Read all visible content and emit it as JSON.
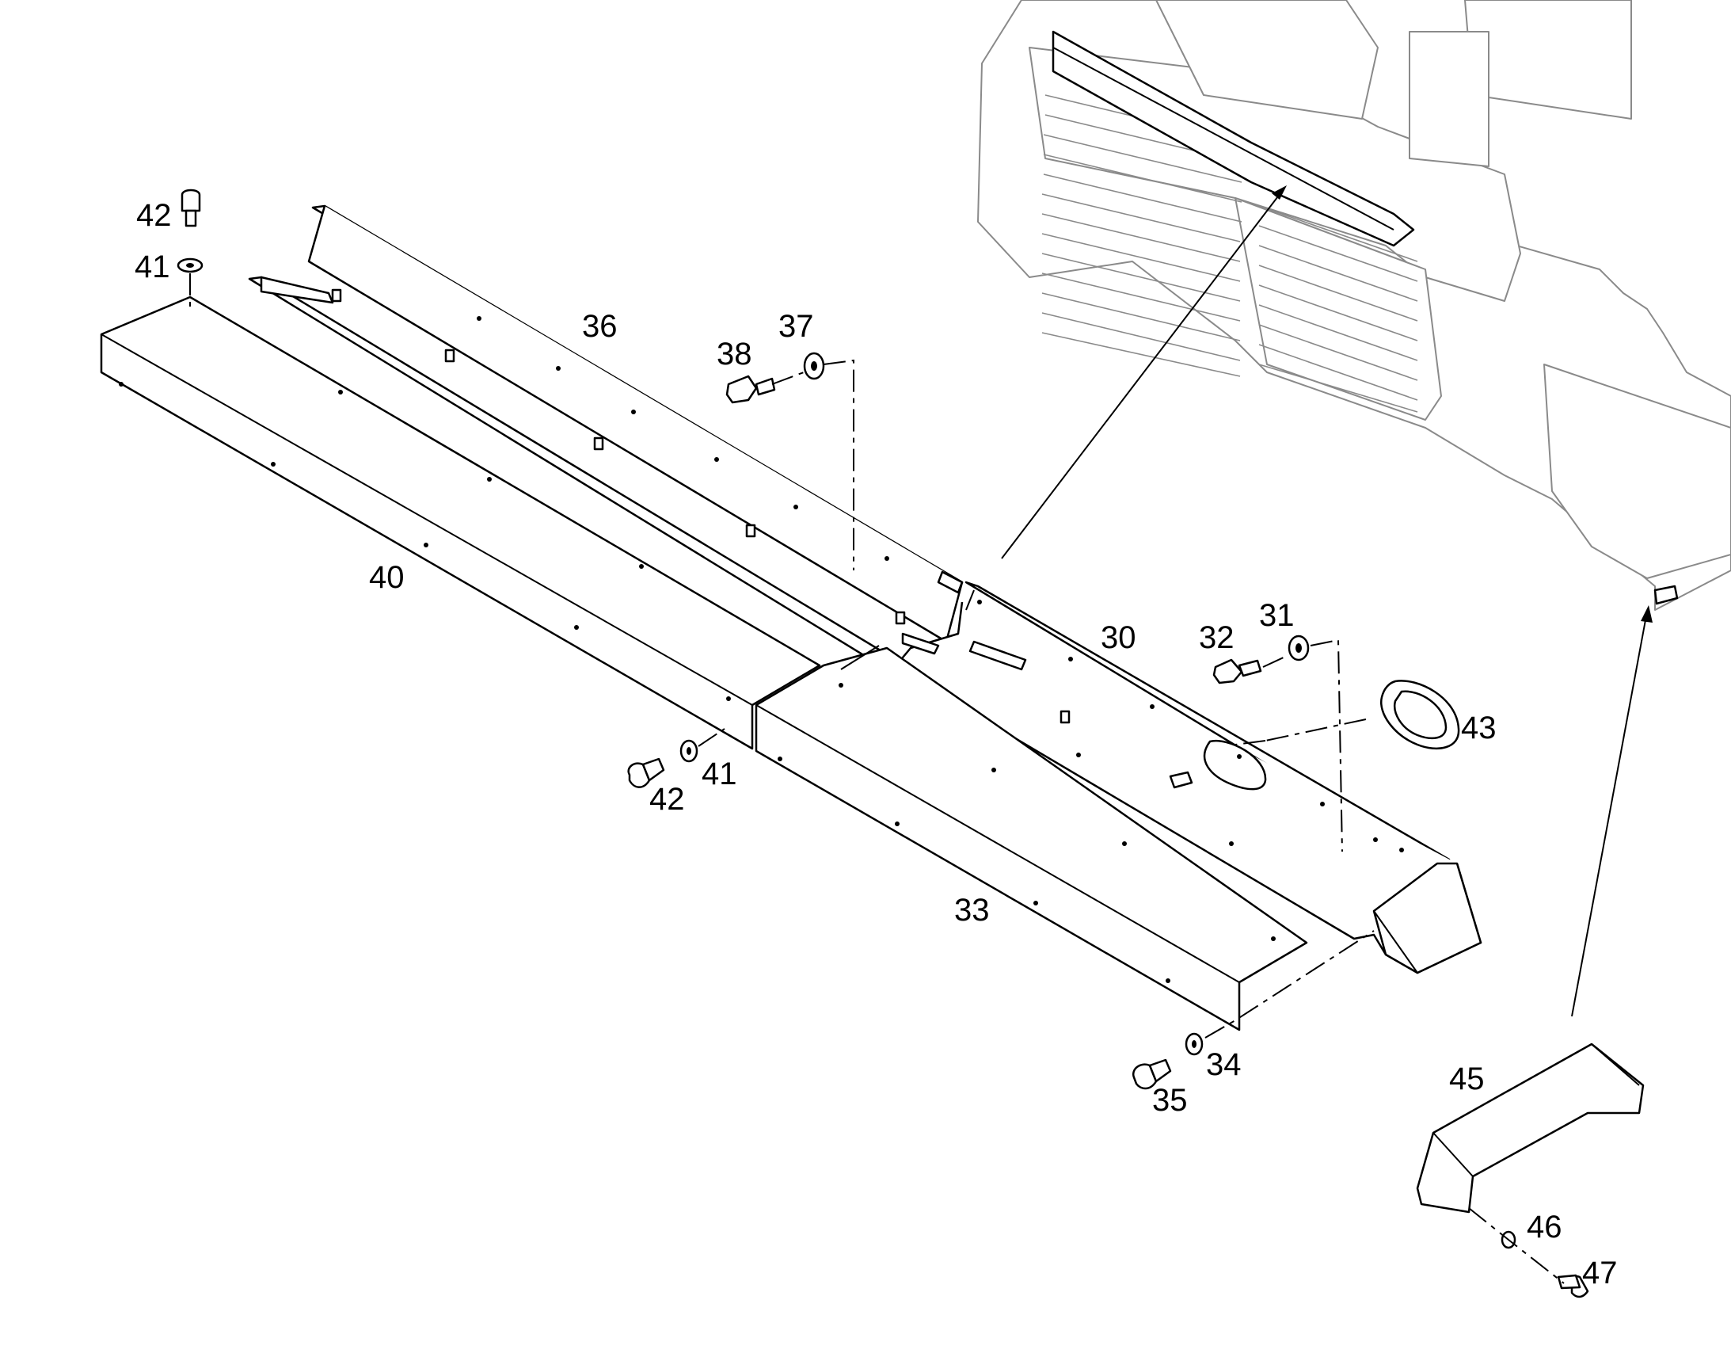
{
  "diagram": {
    "part_numbers": [
      "30",
      "31",
      "32",
      "33",
      "34",
      "35",
      "36",
      "37",
      "38",
      "40",
      "41",
      "41",
      "42",
      "42",
      "43",
      "45",
      "46",
      "47"
    ]
  }
}
